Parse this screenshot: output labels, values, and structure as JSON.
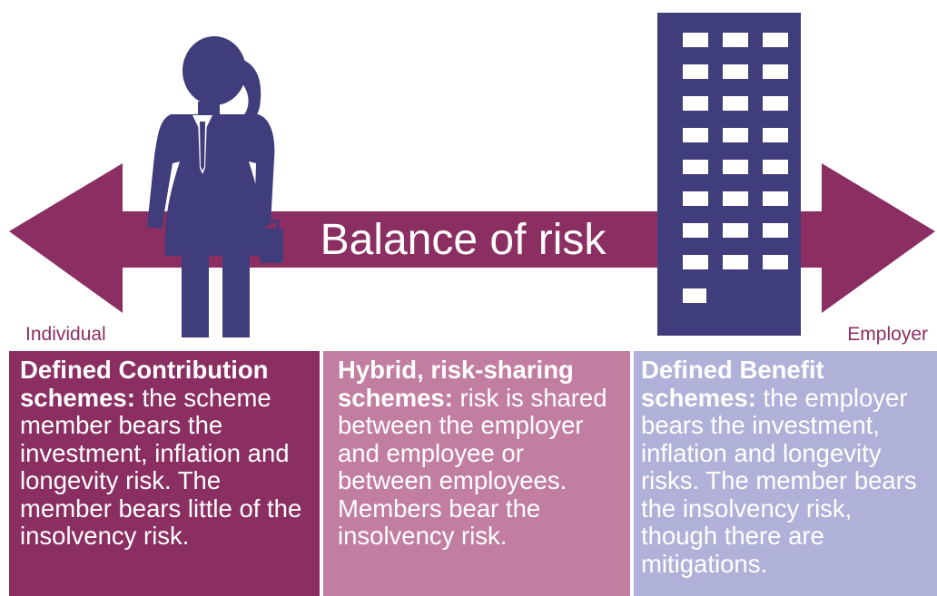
{
  "diagram": {
    "title": "Balance of risk",
    "left_label": "Individual",
    "right_label": "Employer",
    "icons": [
      "businesswoman-icon",
      "office-building-icon"
    ],
    "colors": {
      "arrow": "#8b2f62",
      "figure": "#3f3d7b",
      "panel_dc": "#8b2f62",
      "panel_hybrid": "#c27ea1",
      "panel_db": "#b0b1d8"
    }
  },
  "panels": [
    {
      "heading": "Defined Contribution schemes:",
      "body": "the scheme member bears the investment, inflation and longevity risk.  The member bears little of the insolvency risk."
    },
    {
      "heading": "Hybrid, risk-sharing schemes:",
      "body": "risk is shared between the employer and employee or between employees.  Members bear the insolvency risk."
    },
    {
      "heading": "Defined Benefit schemes:",
      "body": "the employer bears the investment, inflation and longevity risks. The member bears the insolvency risk, though there are mitigations."
    }
  ]
}
